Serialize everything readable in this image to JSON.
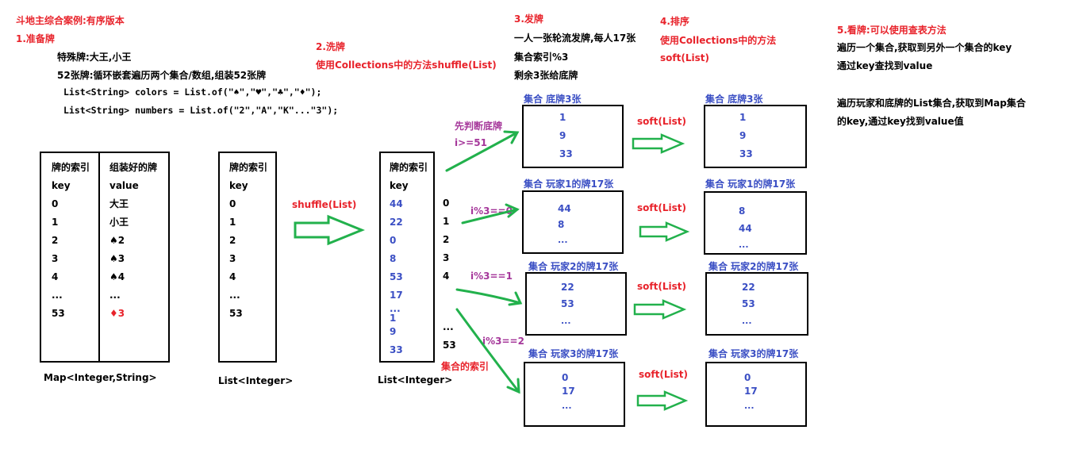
{
  "title": "斗地主综合案例:有序版本",
  "step1": {
    "heading": "1.准备牌",
    "special": "特殊牌:大王,小王",
    "normal": "52张牌:循环嵌套遍历两个集合/数组,组装52张牌",
    "code_colors": "List<String> colors = List.of(\"♠\",\"♥\",\"♣\",\"♦\");",
    "code_numbers": "List<String> numbers = List.of(\"2\",\"A\",\"K\"...\"3\");"
  },
  "map_table": {
    "left_header": "牌的索引",
    "right_header": "组装好的牌",
    "left_rows": [
      "key",
      "0",
      "1",
      "2",
      "3",
      "4",
      "...",
      "53"
    ],
    "right_rows": [
      "value",
      "大王",
      "小王",
      "♠2",
      "♠3",
      "♠4",
      "...",
      "♦3"
    ],
    "caption": "Map<Integer,String>"
  },
  "index_list": {
    "header": "牌的索引",
    "rows": [
      "key",
      "0",
      "1",
      "2",
      "3",
      "4",
      "...",
      "53"
    ],
    "caption": "List<Integer>"
  },
  "step2": {
    "heading": "2.洗牌",
    "desc": "使用Collections中的方法shuffle(List)",
    "arrow_label": "shuffle(List)"
  },
  "shuffled_list": {
    "header": "牌的索引",
    "key": "key",
    "values": [
      "44",
      "22",
      "0",
      "8",
      "53",
      "17",
      "...",
      "1",
      "9",
      "33"
    ],
    "positions": [
      "0",
      "1",
      "2",
      "3",
      "4",
      "...",
      "53"
    ],
    "caption": "List<Integer>",
    "index_note": "集合的索引"
  },
  "step3": {
    "heading": "3.发牌",
    "line1": "一人一张轮流发牌,每人17张",
    "line2": "集合索引%3",
    "line3": "剩余3张给底牌",
    "cond_bottom1": "先判断底牌",
    "cond_bottom2": "i>=51",
    "cond_p1": "i%3==0",
    "cond_p2": "i%3==1",
    "cond_p3": "i%3==2"
  },
  "step4": {
    "heading": "4.排序",
    "line1": "使用Collections中的方法",
    "line2": "soft(List)",
    "arrow_label": "soft(List)"
  },
  "step5": {
    "heading": "5.看牌:可以使用查表方法",
    "line1": "遍历一个集合,获取到另外一个集合的key",
    "line2": "通过key查找到value",
    "line3": "遍历玩家和底牌的List集合,获取到Map集合",
    "line4": "的key,通过key找到value值"
  },
  "groups_before": [
    {
      "label": "集合  底牌3张",
      "values": [
        "1",
        "9",
        "33"
      ]
    },
    {
      "label": "集合 玩家1的牌17张",
      "values": [
        "44",
        "8",
        "..."
      ]
    },
    {
      "label": "集合 玩家2的牌17张",
      "values": [
        "22",
        "53",
        "..."
      ]
    },
    {
      "label": "集合 玩家3的牌17张",
      "values": [
        "0",
        "17",
        "..."
      ]
    }
  ],
  "groups_after": [
    {
      "label": "集合  底牌3张",
      "values": [
        "1",
        "9",
        "33"
      ]
    },
    {
      "label": "集合 玩家1的牌17张",
      "values": [
        "8",
        "44",
        "..."
      ]
    },
    {
      "label": "集合 玩家2的牌17张",
      "values": [
        "22",
        "53",
        "..."
      ]
    },
    {
      "label": "集合 玩家3的牌17张",
      "values": [
        "0",
        "17",
        "..."
      ]
    }
  ],
  "colors": {
    "heading": "#e8232b",
    "list_value": "#3b4fc4",
    "condition": "#a5379a",
    "arrow": "#22b14c"
  }
}
